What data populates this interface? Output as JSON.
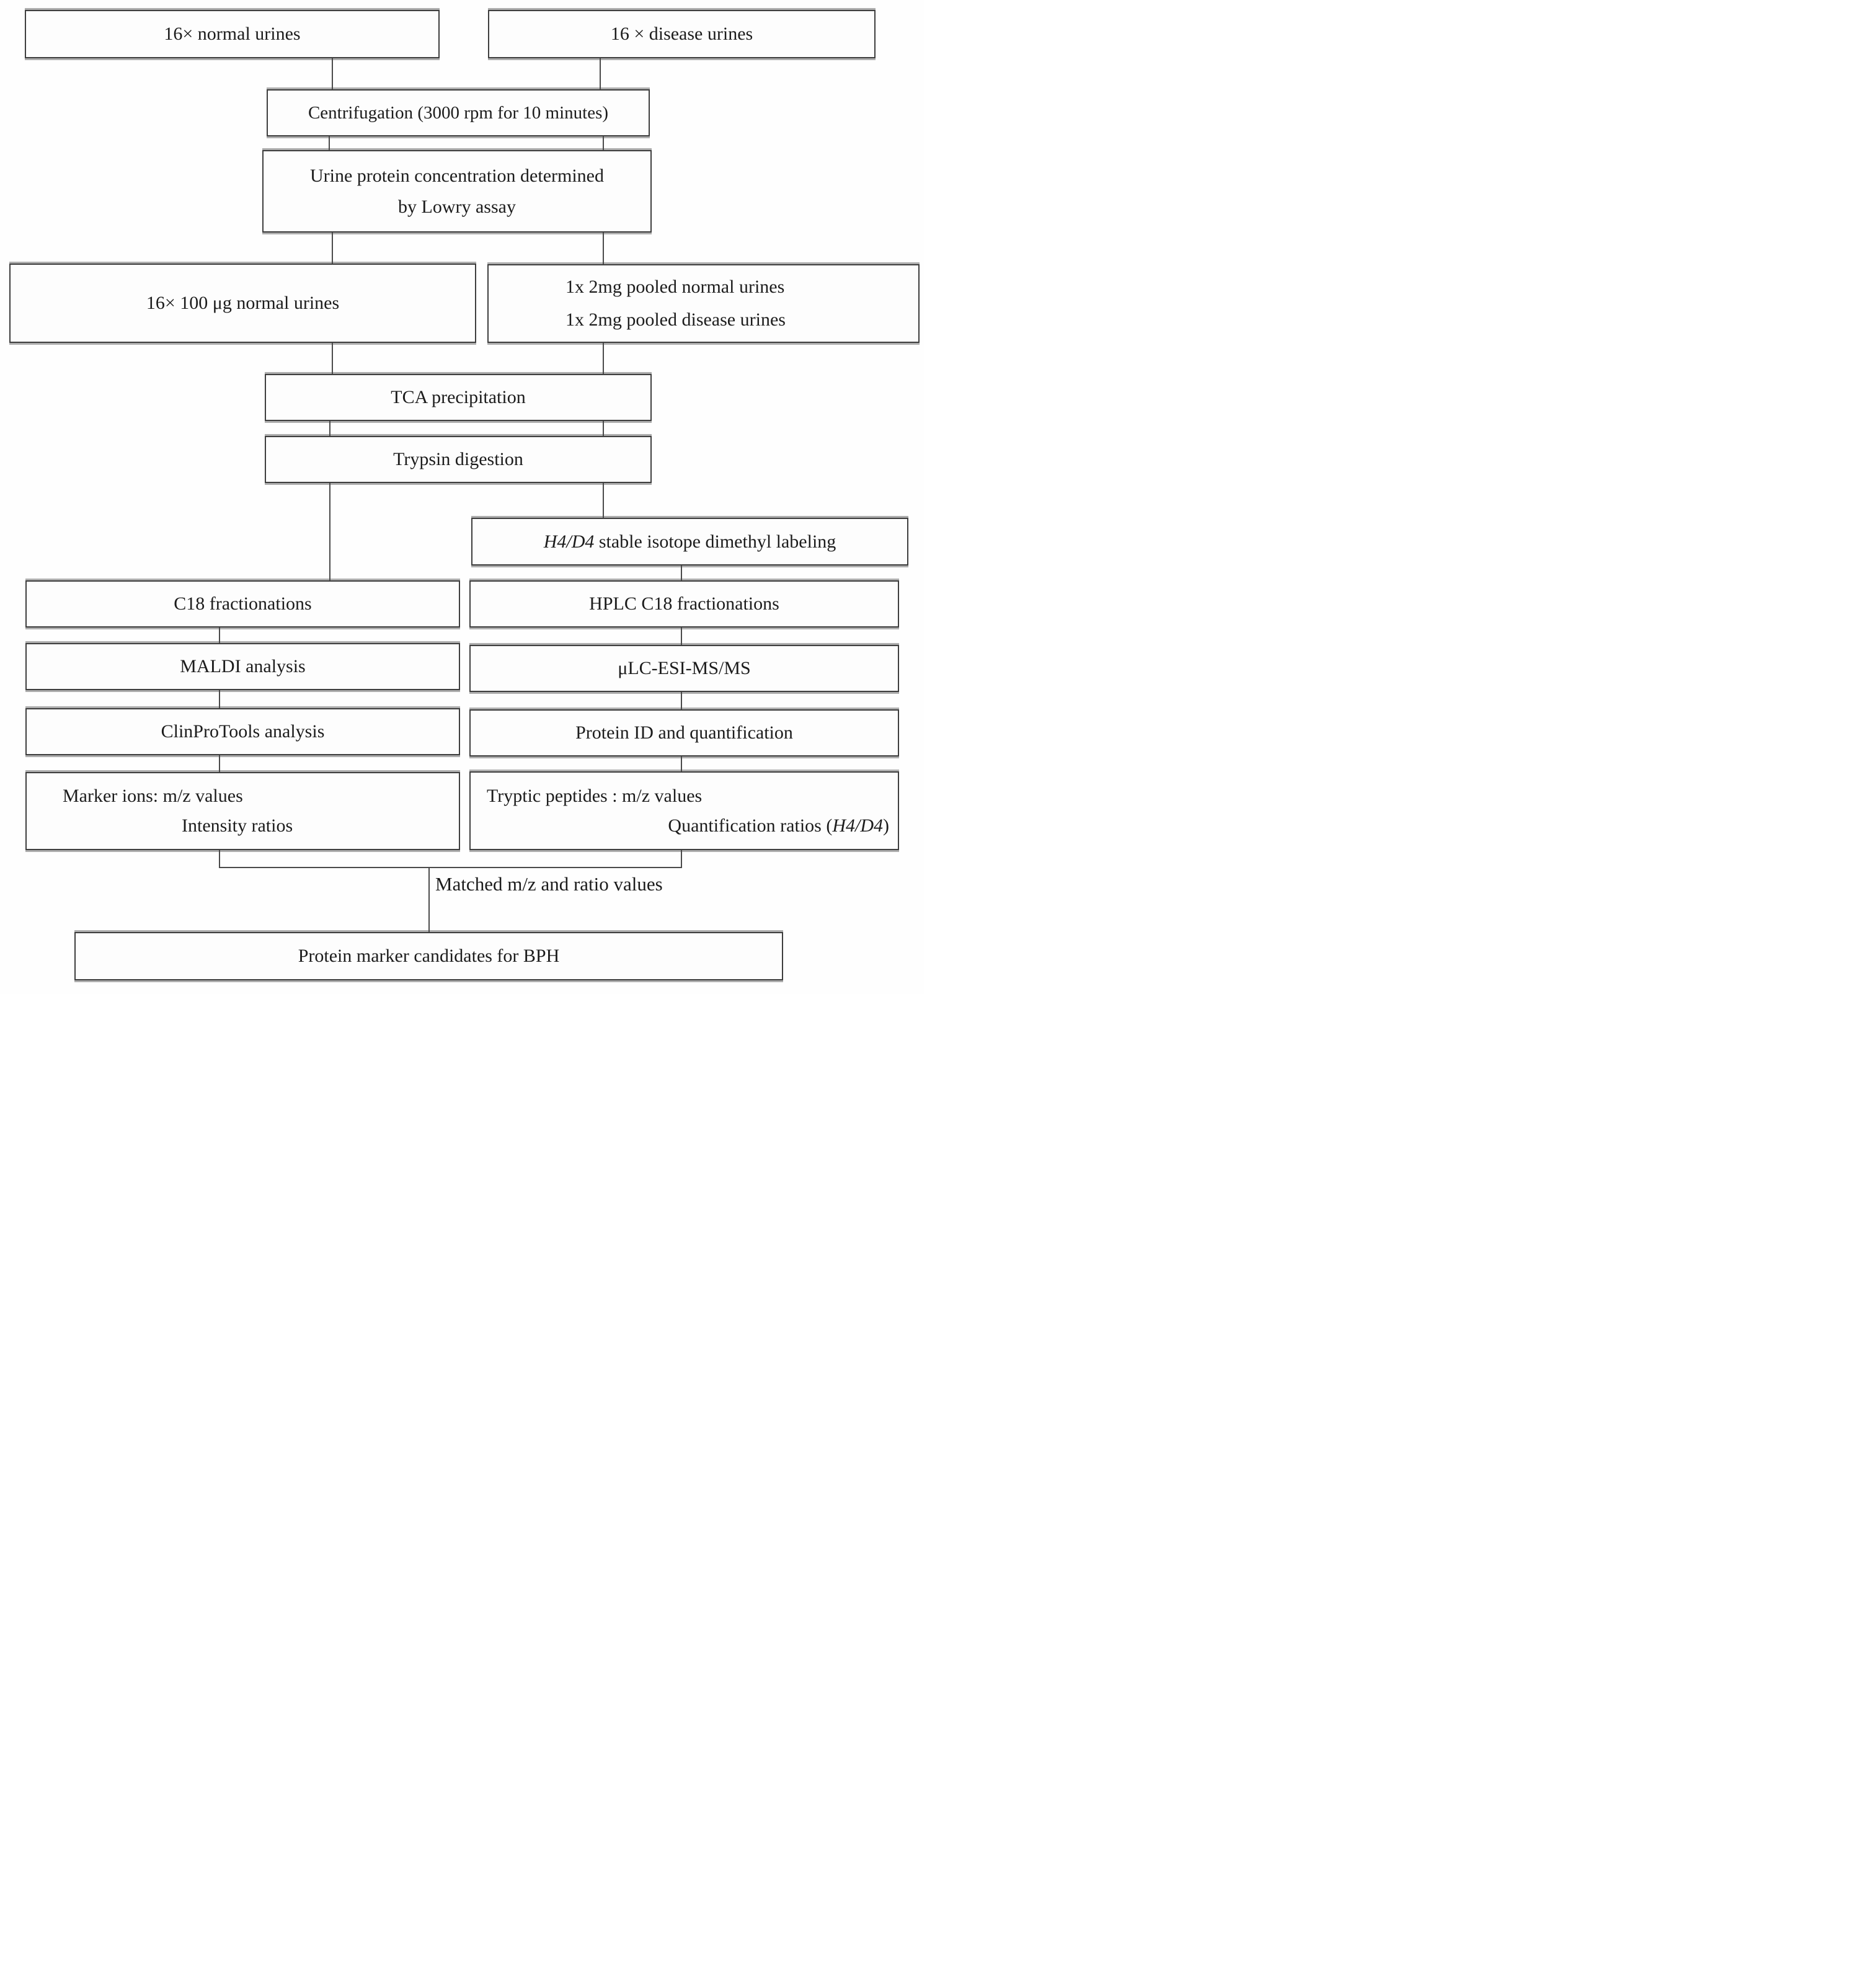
{
  "diagram": {
    "nodes": {
      "normal_urines": {
        "label": "16× normal urines"
      },
      "disease_urines": {
        "label": "16 × disease urines"
      },
      "centrifugation": {
        "label": "Centrifugation (3000 rpm for 10 minutes)"
      },
      "lowry": {
        "line1": "Urine protein concentration determined",
        "line2": "by Lowry assay"
      },
      "normal_100ug": {
        "label": "16× 100 μg normal urines"
      },
      "pooled": {
        "line1": "1x 2mg pooled normal urines",
        "line2": "1x 2mg pooled disease urines"
      },
      "tca": {
        "label": "TCA precipitation"
      },
      "trypsin": {
        "label": "Trypsin digestion"
      },
      "h4d4": {
        "italic": "H4/D4",
        "rest": " stable isotope dimethyl labeling"
      },
      "c18": {
        "label": "C18 fractionations"
      },
      "hplc": {
        "label": "HPLC C18 fractionations"
      },
      "maldi": {
        "label": "MALDI analysis"
      },
      "ulc": {
        "label": "μLC-ESI-MS/MS"
      },
      "clinpro": {
        "label": "ClinProTools analysis"
      },
      "protein_id": {
        "label": "Protein ID and quantification"
      },
      "marker": {
        "line1": "Marker ions: m/z values",
        "line2": "Intensity ratios"
      },
      "tryptic": {
        "line1": "Tryptic peptides : m/z values",
        "line2_prefix": "Quantification ratios (",
        "line2_italic": "H4/D4",
        "line2_suffix": ")"
      },
      "matched": {
        "label": "Matched m/z and ratio values"
      },
      "bph": {
        "label": "Protein marker candidates for BPH"
      }
    }
  }
}
